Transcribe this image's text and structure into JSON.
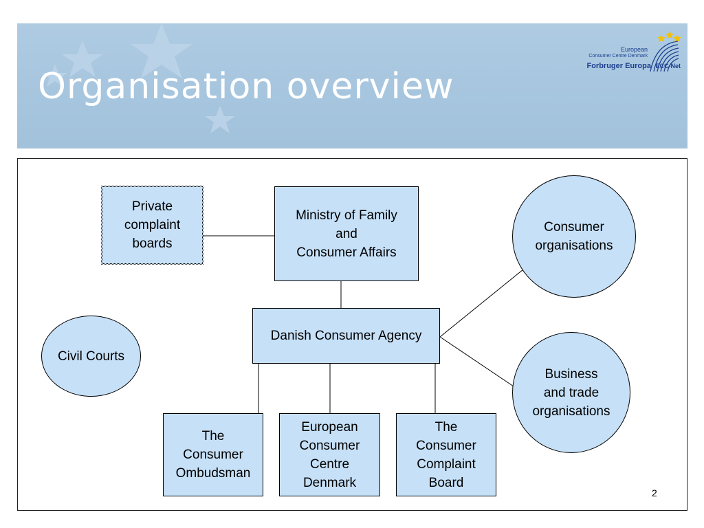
{
  "slide": {
    "title": "Organisation overview",
    "page_number": "2"
  },
  "logo": {
    "line1": "European",
    "line2": "Consumer Centre Denmark",
    "line3": "Forbruger Europa",
    "line4": "ECC-Net"
  },
  "nodes": {
    "private_boards": "Private\ncomplaint\nboards",
    "ministry": "Ministry of Family\nand\nConsumer Affairs",
    "consumer_orgs": "Consumer\norganisations",
    "agency": "Danish Consumer Agency",
    "civil_courts": "Civil Courts",
    "business_orgs": "Business\nand trade\norganisations",
    "ombudsman": "The\nConsumer\nOmbudsman",
    "ecc_denmark": "European\nConsumer\nCentre\nDenmark",
    "complaint_board": "The\nConsumer\nComplaint\nBoard"
  },
  "colors": {
    "banner": "#a9c7df",
    "node_fill": "#c6e0f7",
    "title_text": "#ffffff"
  }
}
